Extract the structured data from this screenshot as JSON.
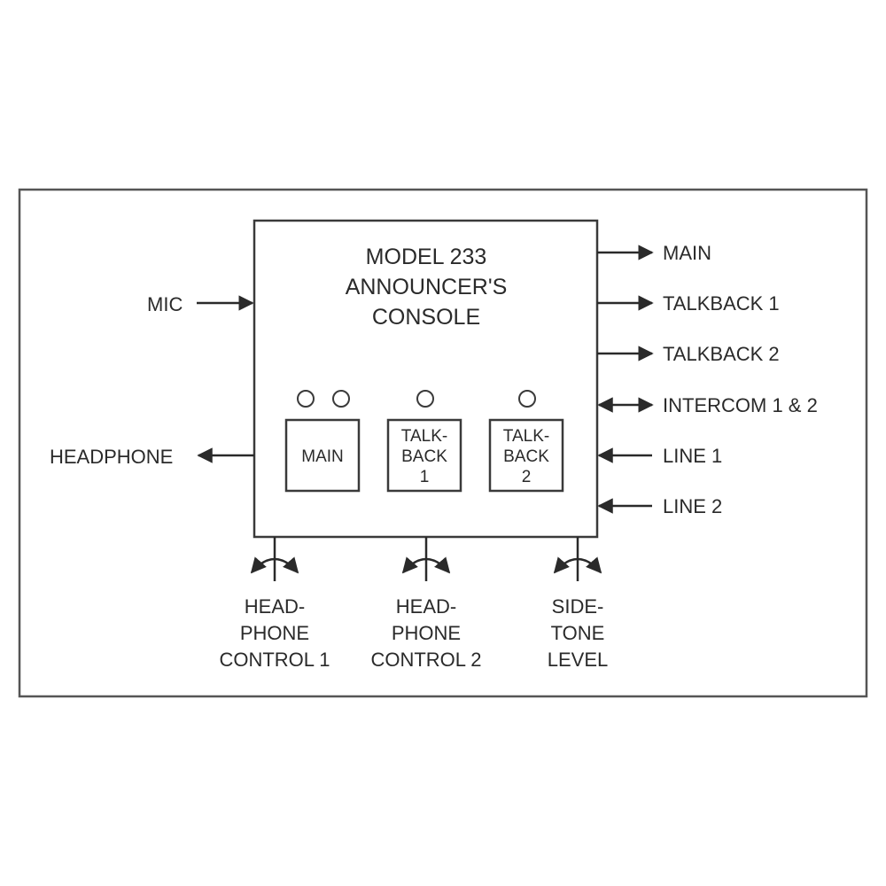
{
  "console": {
    "title": [
      "MODEL 233",
      "ANNOUNCER'S",
      "CONSOLE"
    ]
  },
  "inputs_left": {
    "mic": "MIC"
  },
  "outputs_left": {
    "headphone": "HEADPHONE"
  },
  "right_signals": [
    {
      "label": "MAIN",
      "direction": "out"
    },
    {
      "label": "TALKBACK 1",
      "direction": "out"
    },
    {
      "label": "TALKBACK 2",
      "direction": "out"
    },
    {
      "label": "INTERCOM 1 & 2",
      "direction": "bidirectional"
    },
    {
      "label": "LINE 1",
      "direction": "in"
    },
    {
      "label": "LINE 2",
      "direction": "in"
    }
  ],
  "buttons": [
    {
      "lines": [
        "MAIN"
      ],
      "indicators": 2
    },
    {
      "lines": [
        "TALK-",
        "BACK",
        "1"
      ],
      "indicators": 1
    },
    {
      "lines": [
        "TALK-",
        "BACK",
        "2"
      ],
      "indicators": 1
    }
  ],
  "knobs": [
    {
      "lines": [
        "HEAD-",
        "PHONE",
        "CONTROL 1"
      ]
    },
    {
      "lines": [
        "HEAD-",
        "PHONE",
        "CONTROL 2"
      ]
    },
    {
      "lines": [
        "SIDE-",
        "TONE",
        "LEVEL"
      ]
    }
  ]
}
